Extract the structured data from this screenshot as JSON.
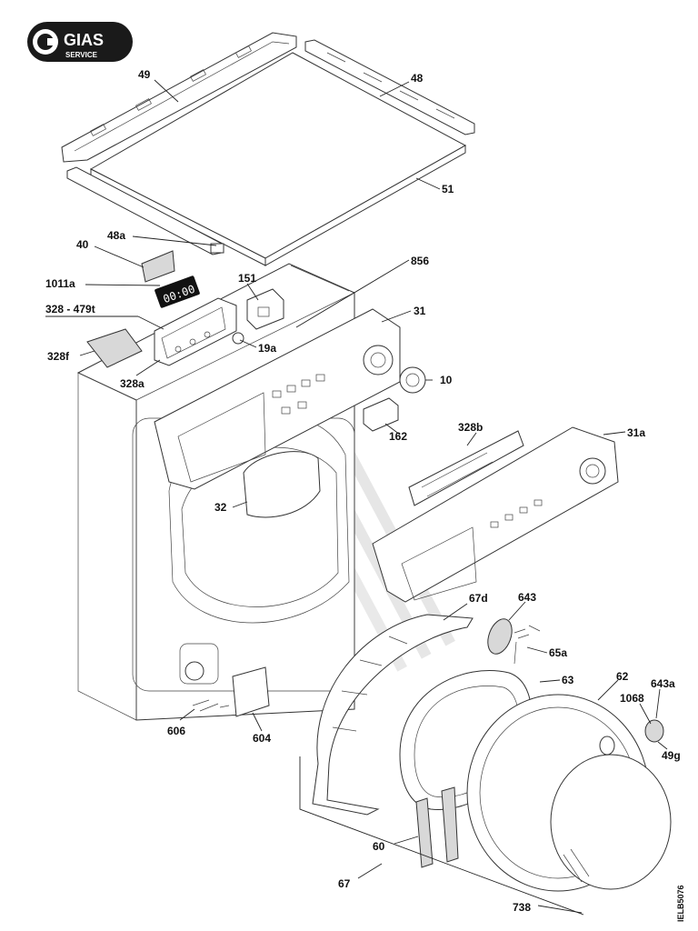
{
  "logo": {
    "brand": "GIAS",
    "subtitle": "SERVICE"
  },
  "parts": [
    {
      "id": "p49",
      "label": "49"
    },
    {
      "id": "p48",
      "label": "48"
    },
    {
      "id": "p51",
      "label": "51"
    },
    {
      "id": "p48a",
      "label": "48a"
    },
    {
      "id": "p40",
      "label": "40"
    },
    {
      "id": "p1011a",
      "label": "1011a"
    },
    {
      "id": "p151",
      "label": "151"
    },
    {
      "id": "p856",
      "label": "856"
    },
    {
      "id": "p328_479t",
      "label": "328 - 479t"
    },
    {
      "id": "p31",
      "label": "31"
    },
    {
      "id": "p328f",
      "label": "328f"
    },
    {
      "id": "p19a",
      "label": "19a"
    },
    {
      "id": "p328a",
      "label": "328a"
    },
    {
      "id": "p10",
      "label": "10"
    },
    {
      "id": "p162",
      "label": "162"
    },
    {
      "id": "p328b",
      "label": "328b"
    },
    {
      "id": "p31a",
      "label": "31a"
    },
    {
      "id": "p32",
      "label": "32"
    },
    {
      "id": "p67d",
      "label": "67d"
    },
    {
      "id": "p643",
      "label": "643"
    },
    {
      "id": "p65a",
      "label": "65a"
    },
    {
      "id": "p63",
      "label": "63"
    },
    {
      "id": "p62",
      "label": "62"
    },
    {
      "id": "p643a",
      "label": "643a"
    },
    {
      "id": "p1068",
      "label": "1068"
    },
    {
      "id": "p49g",
      "label": "49g"
    },
    {
      "id": "p606",
      "label": "606"
    },
    {
      "id": "p604",
      "label": "604"
    },
    {
      "id": "p60",
      "label": "60"
    },
    {
      "id": "p67",
      "label": "67"
    },
    {
      "id": "p738",
      "label": "738"
    }
  ],
  "display_readout": "00:00",
  "drawing_code": "IELB5076"
}
